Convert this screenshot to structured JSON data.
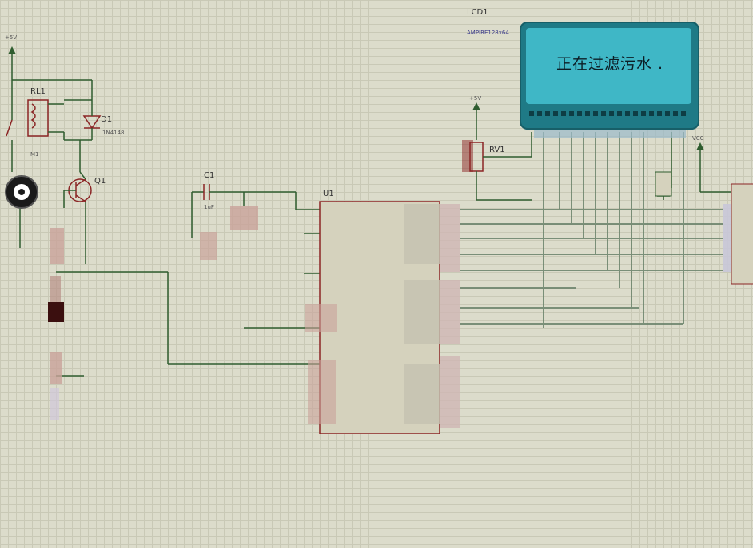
{
  "labels": {
    "lcd_ref": "LCD1",
    "lcd_model": "AMPIRE128x64",
    "lcd_message": "正在过滤污水 .",
    "relay_ref": "RL1",
    "diode_ref": "D1",
    "diode_part": "1N4148",
    "transistor_ref": "Q1",
    "pump_ref": "M1",
    "cap_ref": "C1",
    "cap_value": "1uF",
    "mcu_ref": "U1",
    "pot_ref": "RV1",
    "supply_5v": "+5V",
    "supply_vcc": "VCC"
  },
  "colors": {
    "background": "#dcdccb",
    "grid": "#c9c9b6",
    "wire": "#2f5d2f",
    "component": "#8b2525",
    "lcd_bezel": "#1f7a86",
    "lcd_glass": "#3fb7c6",
    "chip_body": "#d5d2bd",
    "pin_pink": "#c9a29a"
  }
}
